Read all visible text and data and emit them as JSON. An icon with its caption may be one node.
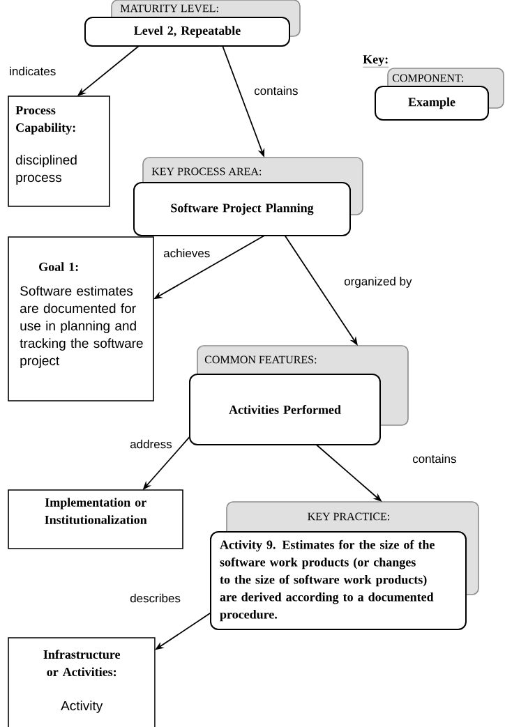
{
  "diagram": {
    "nodes": [
      {
        "text": [
          "MATURITY LEVEL:",
          "Level 2, Repeatable"
        ]
      },
      {
        "text": [
          "COMPONENT:",
          "Example"
        ]
      },
      {
        "text": [
          "Process Capability:",
          "disciplined process"
        ]
      },
      {
        "text": [
          "KEY PROCESS AREA:",
          "Software Project Planning"
        ]
      },
      {
        "text": [
          "Goal 1:",
          "Software estimates are documented for use in planning and tracking the software project"
        ]
      },
      {
        "text": [
          "COMMON FEATURES:",
          "Activities Performed"
        ]
      },
      {
        "text": [
          "Implementation or Institutionalization"
        ]
      },
      {
        "text": [
          "KEY PRACTICE:",
          "Activity 9.  Estimates for the size of the software work products (or changes to the size of software work products) are derived according to a documented procedure."
        ]
      },
      {
        "text": [
          "Infrastructure or Activities:",
          "Activity"
        ]
      }
    ],
    "edges": [
      {
        "from": 0,
        "to": 2,
        "arrow": "to",
        "label": "indicates"
      },
      {
        "from": 0,
        "to": 3,
        "arrow": "to",
        "label": "contains"
      },
      {
        "from": 3,
        "to": 4,
        "arrow": "to",
        "label": "achieves"
      },
      {
        "from": 3,
        "to": 5,
        "arrow": "to",
        "label": "organized by"
      },
      {
        "from": 5,
        "to": 6,
        "arrow": "to",
        "label": "address"
      },
      {
        "from": 5,
        "to": 7,
        "arrow": "to",
        "label": "contains"
      },
      {
        "from": 7,
        "to": 8,
        "arrow": "to",
        "label": "describes"
      }
    ],
    "labels": [
      "Key:"
    ]
  }
}
